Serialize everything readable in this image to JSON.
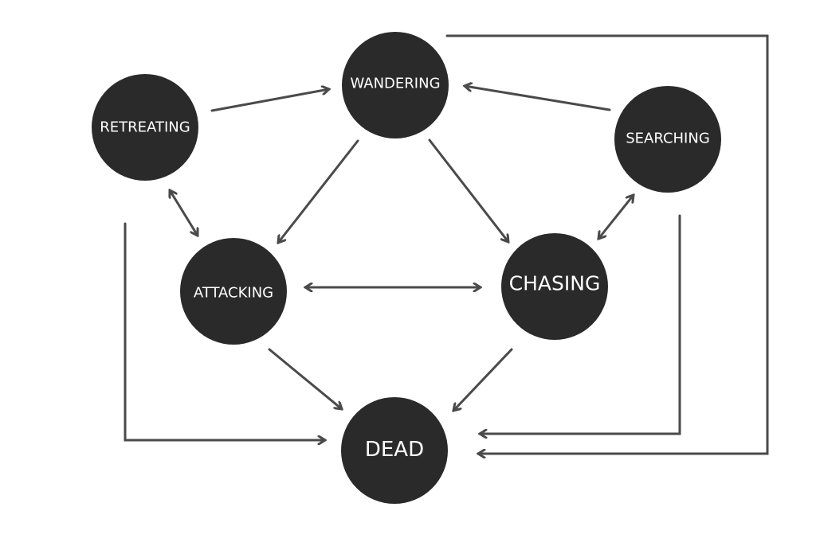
{
  "diagram": {
    "type": "state-machine",
    "colors": {
      "node_fill": "#2a2a2a",
      "node_text": "#ffffff",
      "edge": "#4a4a4a",
      "background": "#ffffff"
    },
    "nodes": [
      {
        "id": "retreating",
        "label": "RETREATING"
      },
      {
        "id": "wandering",
        "label": "WANDERING"
      },
      {
        "id": "searching",
        "label": "SEARCHING"
      },
      {
        "id": "attacking",
        "label": "ATTACKING"
      },
      {
        "id": "chasing",
        "label": "CHASING"
      },
      {
        "id": "dead",
        "label": "DEAD"
      }
    ],
    "edges": [
      {
        "from": "retreating",
        "to": "wandering",
        "bidirectional": false
      },
      {
        "from": "searching",
        "to": "wandering",
        "bidirectional": false
      },
      {
        "from": "wandering",
        "to": "attacking",
        "bidirectional": false
      },
      {
        "from": "wandering",
        "to": "chasing",
        "bidirectional": false
      },
      {
        "from": "retreating",
        "to": "attacking",
        "bidirectional": true
      },
      {
        "from": "searching",
        "to": "chasing",
        "bidirectional": true
      },
      {
        "from": "attacking",
        "to": "chasing",
        "bidirectional": true
      },
      {
        "from": "attacking",
        "to": "dead",
        "bidirectional": false
      },
      {
        "from": "chasing",
        "to": "dead",
        "bidirectional": false
      },
      {
        "from": "retreating",
        "to": "dead",
        "bidirectional": false
      },
      {
        "from": "searching",
        "to": "dead",
        "bidirectional": false
      },
      {
        "from": "wandering",
        "to": "dead",
        "bidirectional": false
      }
    ]
  }
}
